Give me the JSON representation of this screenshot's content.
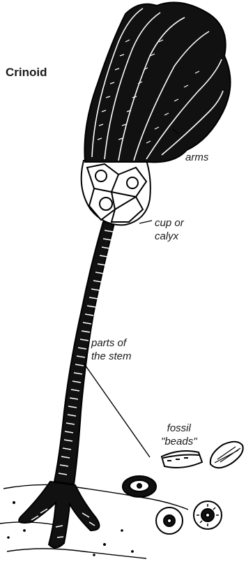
{
  "title": "Crinoid",
  "labels": {
    "arms": "arms",
    "cup": [
      "cup or",
      "calyx"
    ],
    "stem": [
      "parts of",
      "the stem"
    ],
    "fossil": [
      "fossil",
      "\"beads\""
    ]
  },
  "colors": {
    "ink": "#000000",
    "paper": "#ffffff"
  }
}
